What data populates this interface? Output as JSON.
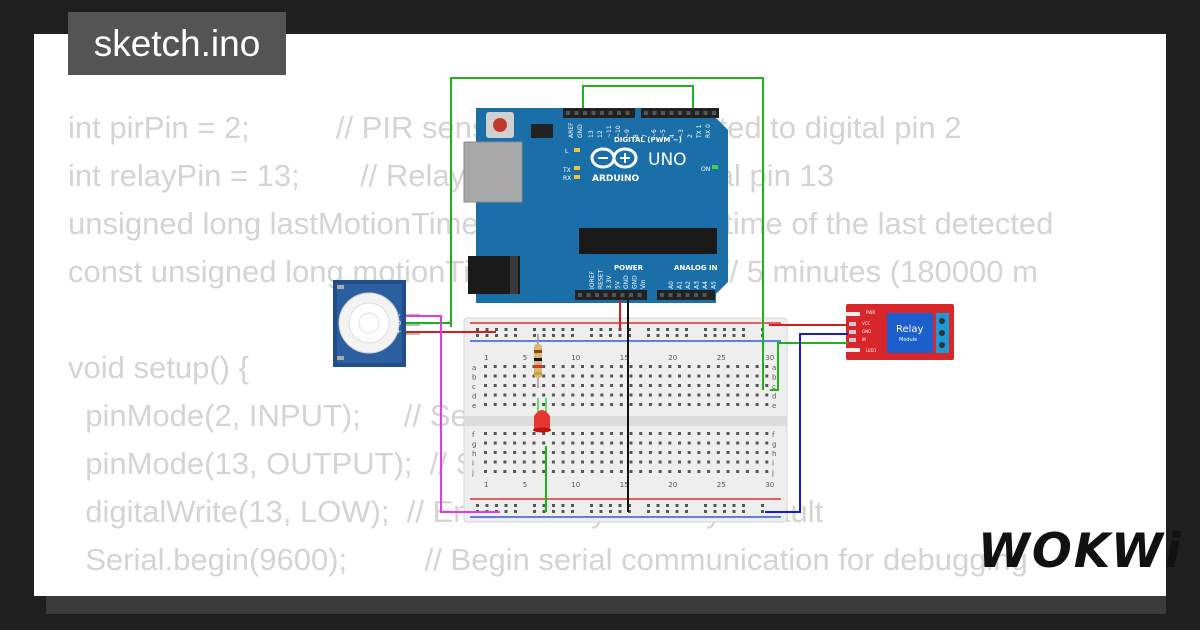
{
  "file_tab": {
    "title": "sketch.ino"
  },
  "brand": {
    "logo_text": "WOKWi"
  },
  "code_lines": [
    "int pirPin = 2;          // PIR sensor output connected to digital pin 2",
    "int relayPin = 13;       // Relay connected to digital pin 13",
    "unsigned long lastMotionTime = 0; // Stores the time of the last detected",
    "const unsigned long motionTimeout = 300000;  // 5 minutes (180000 m",
    "",
    "void setup() {",
    "  pinMode(2, INPUT);     // Set PIR pin as input",
    "  pinMode(13, OUTPUT);  // Set relay pin as output",
    "  digitalWrite(13, LOW);  // Ensure relay is off by default",
    "  Serial.begin(9600);         // Begin serial communication for debugging",
    "}"
  ],
  "arduino": {
    "model": "UNO",
    "brand": "ARDUINO",
    "digital_label": "DIGITAL (PWM ~)",
    "power_label": "POWER",
    "analog_label": "ANALOG IN",
    "on_label": "ON",
    "tx_label": "TX",
    "rx_label": "RX",
    "l_label": "L",
    "top_pins": [
      "AREF",
      "GND",
      "13",
      "12",
      "~11",
      "~10",
      "~9",
      "8",
      "7",
      "~6",
      "~5",
      "4",
      "~3",
      "2",
      "TX 1",
      "RX 0"
    ],
    "power_pins": [
      "IOREF",
      "RESET",
      "3.3V",
      "5V",
      "GND",
      "GND",
      "Vin"
    ],
    "analog_pins": [
      "A0",
      "A1",
      "A2",
      "A3",
      "A4",
      "A5"
    ]
  },
  "breadboard": {
    "column_numbers": [
      "1",
      "5",
      "10",
      "15",
      "20",
      "25",
      "30"
    ],
    "row_letters_top": [
      "a",
      "b",
      "c",
      "d",
      "e"
    ],
    "row_letters_bottom": [
      "f",
      "g",
      "h",
      "i",
      "j"
    ]
  },
  "pir": {
    "pin_labels": [
      "-",
      "D",
      "+"
    ]
  },
  "relay": {
    "title": "Relay",
    "subtitle": "Module",
    "pins": [
      "VCC",
      "GND",
      "IN"
    ],
    "leds": [
      "PWR",
      "LED1"
    ]
  },
  "colors": {
    "board": "#1b6fa8",
    "relay": "#d8262b",
    "wire_green": "#1db31d",
    "wire_red": "#d51d1d",
    "wire_magenta": "#e03ce0",
    "wire_blue": "#1b1bd6",
    "wire_black": "#111111"
  }
}
